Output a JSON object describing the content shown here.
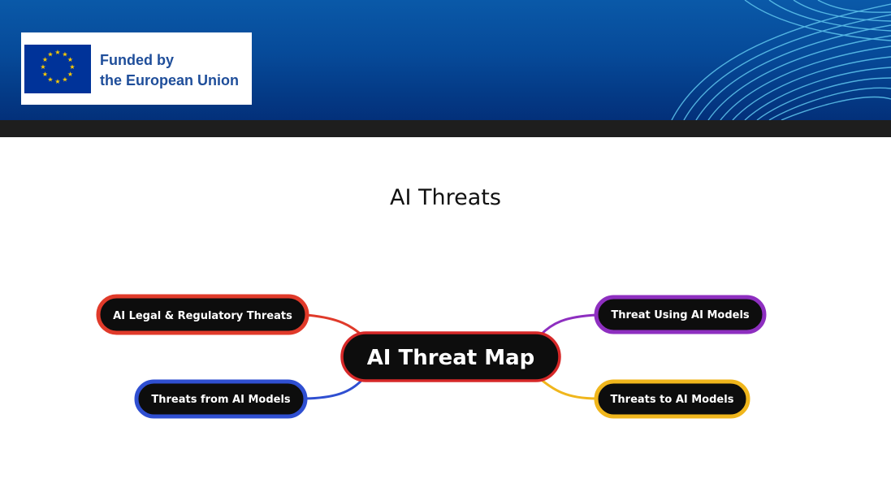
{
  "banner": {
    "funded_line1": "Funded by",
    "funded_line2": "the European Union",
    "colors": {
      "banner_top": "#0a59a8",
      "banner_bottom": "#03307a",
      "flag_blue": "#003399",
      "flag_star": "#ffcc00",
      "text_blue": "#1f4e9a"
    }
  },
  "slide": {
    "title": "AI Threats"
  },
  "mindmap": {
    "center": {
      "label": "AI Threat Map",
      "color": "#d62828"
    },
    "branches": [
      {
        "label": "AI Legal & Regulatory Threats",
        "color": "#e03a2a"
      },
      {
        "label": "Threats from AI Models",
        "color": "#2f4fd1"
      },
      {
        "label": "Threat Using AI Models",
        "color": "#8e2fc0"
      },
      {
        "label": "Threats to AI Models",
        "color": "#f0b61c"
      }
    ]
  }
}
